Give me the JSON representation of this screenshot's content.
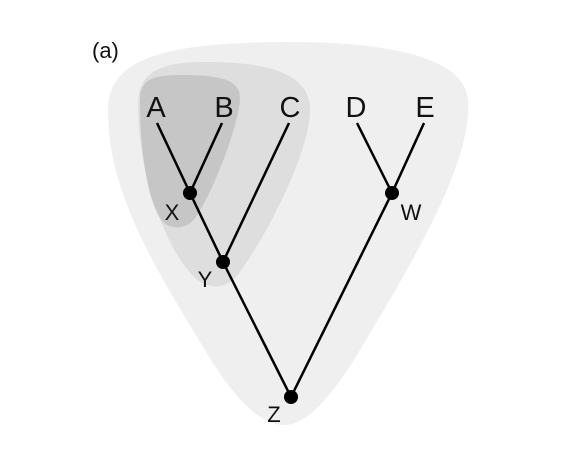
{
  "panel_label": "(a)",
  "leaves": {
    "A": "A",
    "B": "B",
    "C": "C",
    "D": "D",
    "E": "E"
  },
  "internal_nodes": {
    "X": "X",
    "Y": "Y",
    "W": "W",
    "Z": "Z"
  },
  "colors": {
    "outer_region": "#efefef",
    "middle_region": "#dedede",
    "inner_region": "#c6c6c6",
    "edge": "#000000",
    "node": "#000000",
    "text": "#111111"
  }
}
